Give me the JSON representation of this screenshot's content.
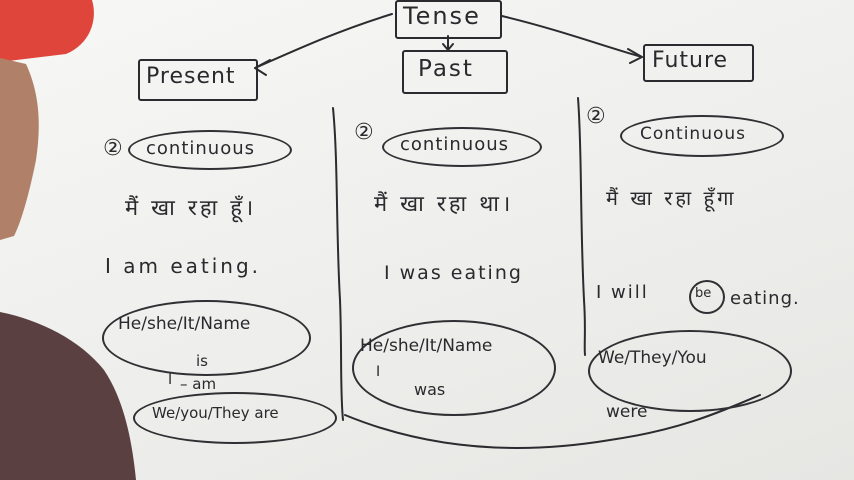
{
  "root": "Tense",
  "branches": {
    "present": "Present",
    "past": "Past",
    "future": "Future"
  },
  "present": {
    "number": "②",
    "heading": "continuous",
    "hindi": "मैं खा रहा हूँ।",
    "english": "I am eating.",
    "subjects_is": "He/she/It/Name",
    "verb_is": "is",
    "subject_i": "I",
    "verb_am": "am",
    "subjects_are": "We/you/They are"
  },
  "past": {
    "number": "②",
    "heading": "continuous",
    "hindi": "मैं खा रहा था।",
    "english": "I was eating",
    "subjects_was": "He/she/It/Name",
    "subject_i": "I",
    "verb_was": "was"
  },
  "future": {
    "number": "②",
    "heading": "Continuous",
    "hindi": "मैं खा रहा हूँगा",
    "english_pre": "I will",
    "english_be": "be",
    "english_post": "eating.",
    "subjects_were": "We/They/You",
    "verb_were": "were"
  },
  "colors": {
    "board": "#f2f2f0",
    "ink": "#2a2a2e",
    "cap": "#e0453c",
    "shirt": "#5a4040"
  }
}
